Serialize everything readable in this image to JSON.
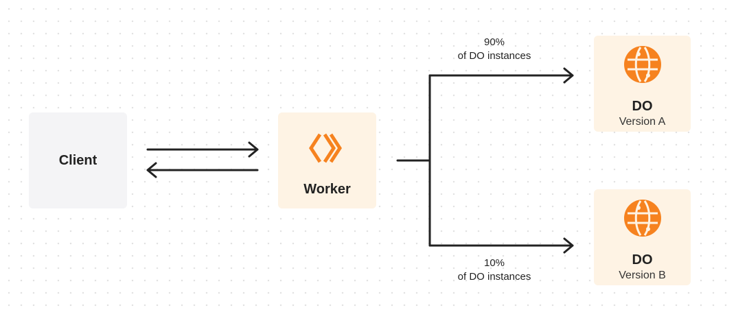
{
  "nodes": {
    "client": {
      "title": "Client"
    },
    "worker": {
      "title": "Worker"
    },
    "do_a": {
      "title": "DO",
      "subtitle": "Version A"
    },
    "do_b": {
      "title": "DO",
      "subtitle": "Version B"
    }
  },
  "edges": {
    "to_a": {
      "percent": "90%",
      "label": "of DO instances"
    },
    "to_b": {
      "percent": "10%",
      "label": "of DO instances"
    }
  },
  "colors": {
    "accent": "#f6821f",
    "node_fill": "#fef3e4",
    "client_fill": "#f4f4f6",
    "line": "#222222"
  },
  "icons": {
    "worker": "workers-chevron-icon",
    "do": "globe-icon"
  }
}
